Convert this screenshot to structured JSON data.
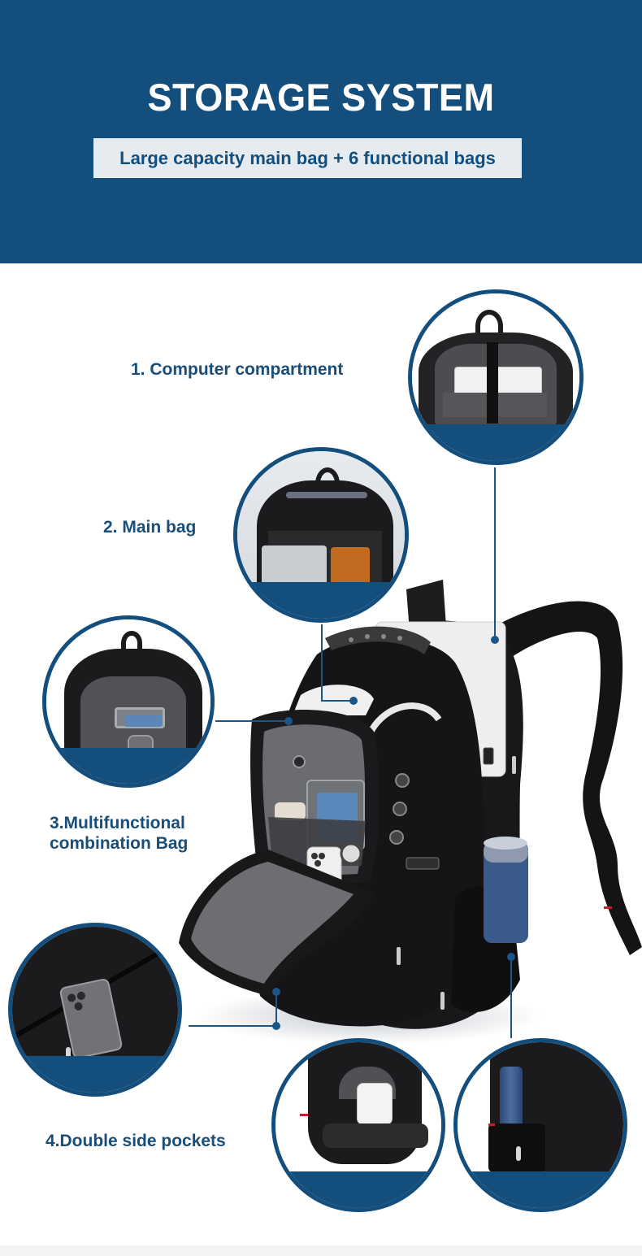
{
  "header": {
    "title": "STORAGE SYSTEM",
    "subtitle": "Large capacity main bag + 6 functional bags",
    "background_color": "#134e7d",
    "subtitle_box_color": "#e6ebf0"
  },
  "features": [
    {
      "label": "1. Computer compartment",
      "image": "laptop-compartment-closeup"
    },
    {
      "label": "2. Main bag",
      "image": "main-bag-closeup"
    },
    {
      "label_line1": "3.Multifunctional",
      "label_line2": "combination Bag",
      "image": "organizer-closeup"
    },
    {
      "label": "4.Double side pockets",
      "image": "side-pocket-closeups"
    }
  ],
  "colors": {
    "accent": "#134e7d",
    "label_text": "#1a4d78",
    "connector": "#1a5585"
  }
}
